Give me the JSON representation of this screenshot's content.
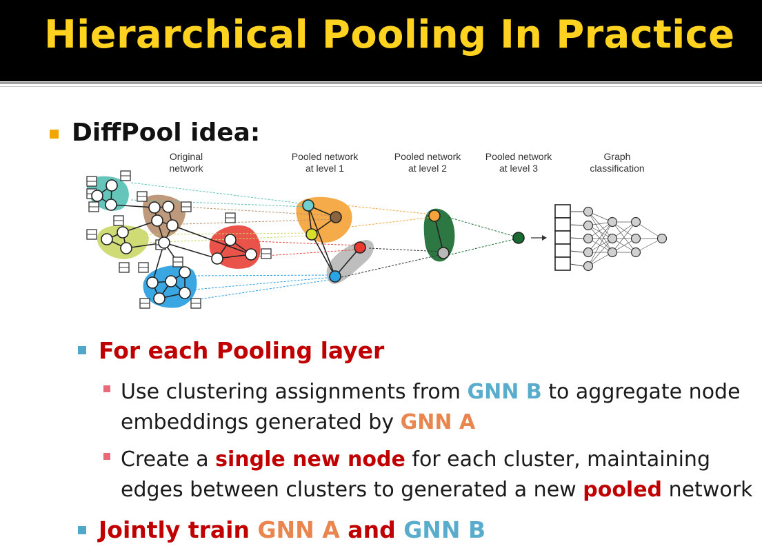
{
  "slide": {
    "title": "Hierarchical Pooling In Practice"
  },
  "bullets": {
    "b1": "DiffPool idea:",
    "b2": "For each Pooling layer",
    "b3": {
      "t1": "Use clustering assignments from ",
      "t2": "GNN B",
      "t3": " to aggregate node",
      "t4": "embeddings generated by ",
      "t5": "GNN A"
    },
    "b4": {
      "t1": "Create a ",
      "t2": "single new node",
      "t3": " for each cluster, maintaining",
      "t4": "edges between clusters to generated a new ",
      "t5": "pooled",
      "t6": " network"
    },
    "b5": {
      "t1": "Jointly train ",
      "t2": "GNN A",
      "t3": " and ",
      "t4": "GNN B"
    }
  },
  "diagram": {
    "labels": {
      "original": [
        "Original",
        "network"
      ],
      "level1": [
        "Pooled network",
        "at level 1"
      ],
      "level2": [
        "Pooled network",
        "at level 2"
      ],
      "level3": [
        "Pooled network",
        "at level 3"
      ],
      "classification": [
        "Graph",
        "classification"
      ]
    }
  },
  "colors": {
    "title": "#ffd21f",
    "bullet_l1": "#f0a800",
    "bullet_l2": "#4fa8c8",
    "bullet_l3": "#e8697a",
    "gnn_a": "#e9864f",
    "gnn_b": "#5aaccc",
    "emphasis": "#c00000",
    "cluster_teal": "#58c0b4",
    "cluster_brown": "#b89070",
    "cluster_lime": "#cbd96a",
    "cluster_red": "#e8443a",
    "cluster_blue": "#2a9fe0",
    "cluster_orange": "#f4a43a",
    "cluster_gray": "#b8b8b8",
    "cluster_green": "#1a6b32"
  }
}
